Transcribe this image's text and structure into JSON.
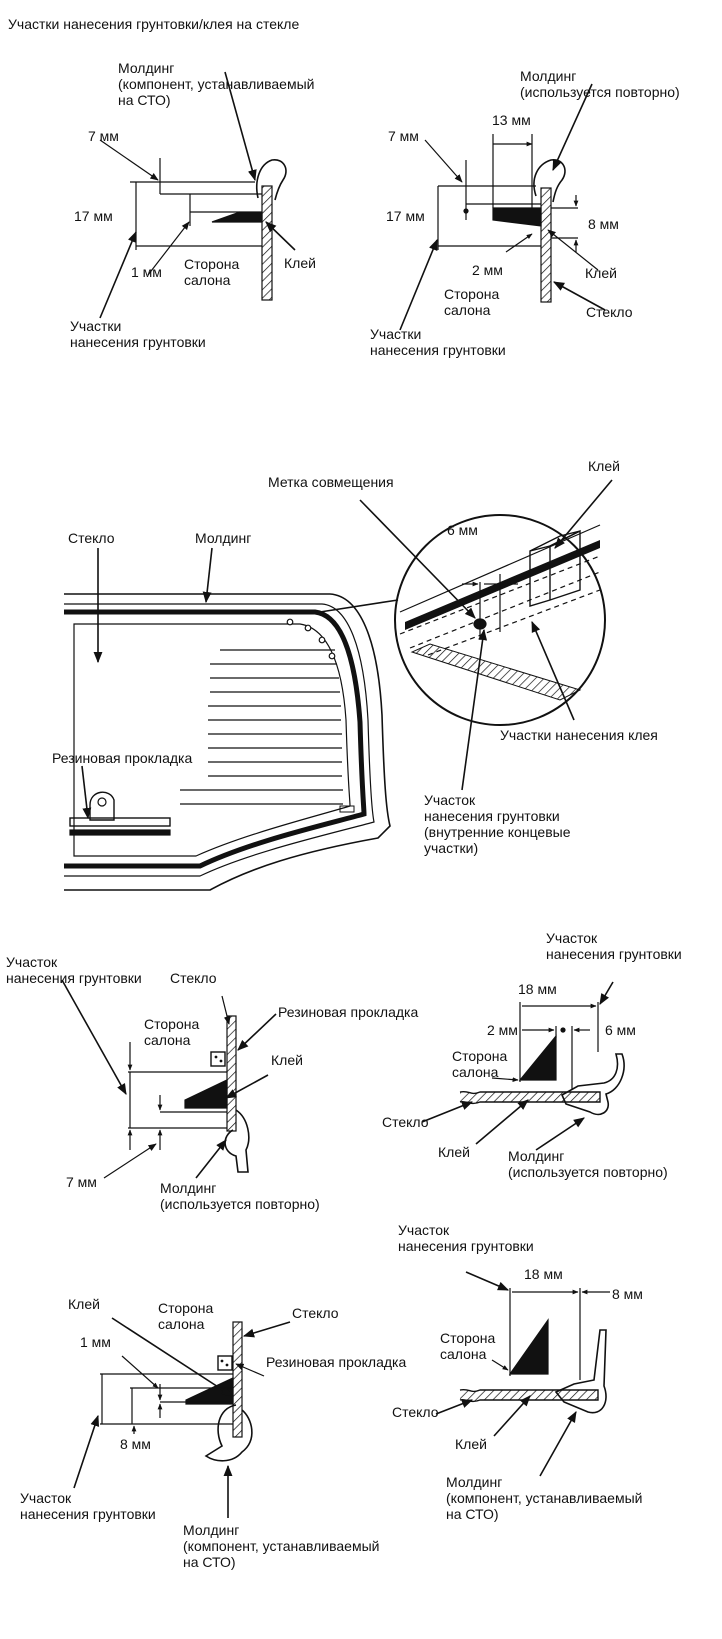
{
  "title": "Участки нанесения грунтовки/клея на стекле",
  "diagrams": {
    "d1": {
      "molding_label": "Молдинг\n(компонент, устанавливаемый\nна СТО)",
      "dim_7": "7 мм",
      "dim_17": "17 мм",
      "dim_1": "1 мм",
      "interior_side": "Сторона\nсалона",
      "adhesive": "Клей",
      "primer_areas": "Участки\nнанесения грунтовки"
    },
    "d2": {
      "molding_label": "Молдинг\n(используется повторно)",
      "dim_13": "13 мм",
      "dim_7": "7 мм",
      "dim_17": "17 мм",
      "dim_8": "8 мм",
      "dim_2": "2 мм",
      "adhesive": "Клей",
      "interior_side": "Сторона\nсалона",
      "glass": "Стекло",
      "primer_areas": "Участки\nнанесения грунтовки"
    },
    "d3": {
      "adhesive": "Клей",
      "alignment_mark": "Метка совмещения",
      "glass": "Стекло",
      "molding": "Молдинг",
      "dim_6": "6 мм",
      "rubber_gasket": "Резиновая прокладка",
      "adhesive_areas": "Участки нанесения клея",
      "primer_area_inner": "Участок\nнанесения грунтовки\n(внутренние концевые\nучастки)"
    },
    "d4": {
      "primer_area": "Участок\nнанесения грунтовки",
      "glass": "Стекло",
      "interior_side": "Сторона\nсалона",
      "rubber_gasket": "Резиновая прокладка",
      "adhesive": "Клей",
      "dim_7": "7 мм",
      "molding_label": "Молдинг\n(используется повторно)"
    },
    "d5": {
      "primer_area": "Участок\nнанесения грунтовки",
      "dim_18": "18 мм",
      "dim_2": "2 мм",
      "dim_6": "6 мм",
      "interior_side": "Сторона\nсалона",
      "glass": "Стекло",
      "adhesive": "Клей",
      "molding_label": "Молдинг\n(используется повторно)"
    },
    "d6": {
      "adhesive": "Клей",
      "interior_side": "Сторона\nсалона",
      "glass": "Стекло",
      "dim_1": "1 мм",
      "rubber_gasket": "Резиновая прокладка",
      "dim_8": "8 мм",
      "primer_area": "Участок\nнанесения грунтовки",
      "molding_label": "Молдинг\n(компонент, устанавливаемый\nна СТО)"
    },
    "d7": {
      "primer_area": "Участок\nнанесения грунтовки",
      "dim_18": "18 мм",
      "dim_8": "8 мм",
      "interior_side": "Сторона\nсалона",
      "glass": "Стекло",
      "adhesive": "Клей",
      "molding_label": "Молдинг\n(компонент, устанавливаемый\nна СТО)"
    }
  }
}
